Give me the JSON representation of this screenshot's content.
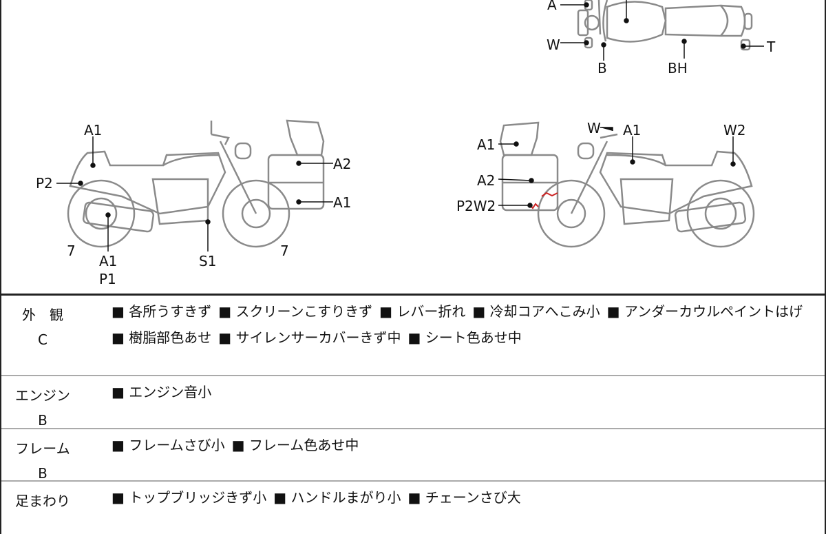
{
  "top_view": {
    "labels": [
      "A",
      "W",
      "B",
      "BH",
      "T"
    ]
  },
  "left_view": {
    "labels": [
      "A1",
      "P2",
      "A2",
      "A1",
      "7",
      "A1",
      "P1",
      "S1",
      "7"
    ]
  },
  "right_view": {
    "labels": [
      "A1",
      "W",
      "A1",
      "W2",
      "A2",
      "P2W2"
    ]
  },
  "colors": {
    "line": "#8a8a8a",
    "damage": "#cc2222"
  },
  "rows": [
    {
      "category": "外　観",
      "grade": "C",
      "items": [
        "各所うすきず",
        "スクリーンこすりきず",
        "レバー折れ",
        "冷却コアへこみ小",
        "アンダーカウルペイントはげ",
        "樹脂部色あせ",
        "サイレンサーカバーきず中",
        "シート色あせ中"
      ]
    },
    {
      "category": "エンジン",
      "grade": "B",
      "items": [
        "エンジン音小"
      ]
    },
    {
      "category": "フレーム",
      "grade": "B",
      "items": [
        "フレームさび小",
        "フレーム色あせ中"
      ]
    },
    {
      "category": "足まわり",
      "grade": "",
      "items": [
        "トップブリッジきず小",
        "ハンドルまがり小",
        "チェーンさび大"
      ]
    }
  ]
}
